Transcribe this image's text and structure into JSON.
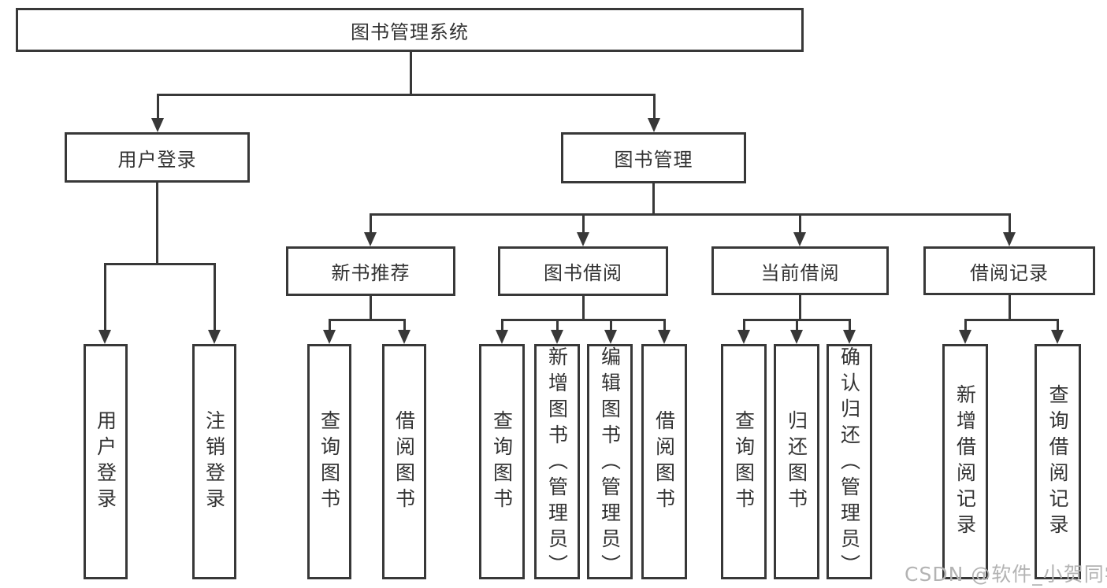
{
  "tree": {
    "label": "图书管理系统",
    "children": [
      {
        "label": "用户登录",
        "children": [
          {
            "label": "用户登录"
          },
          {
            "label": "注销登录"
          }
        ]
      },
      {
        "label": "图书管理",
        "children": [
          {
            "label": "新书推荐",
            "children": [
              {
                "label": "查询图书"
              },
              {
                "label": "借阅图书"
              }
            ]
          },
          {
            "label": "图书借阅",
            "children": [
              {
                "label": "查询图书"
              },
              {
                "label": "新增图书（管理员）"
              },
              {
                "label": "编辑图书（管理员）"
              },
              {
                "label": "借阅图书"
              }
            ]
          },
          {
            "label": "当前借阅",
            "children": [
              {
                "label": "查询图书"
              },
              {
                "label": "归还图书"
              },
              {
                "label": "确认归还（管理员）"
              }
            ]
          },
          {
            "label": "借阅记录",
            "children": [
              {
                "label": "新增借阅记录"
              },
              {
                "label": "查询借阅记录"
              }
            ]
          }
        ]
      }
    ]
  },
  "watermark": "CSDN @软件_小贺同学",
  "colors": {
    "line": "#383838",
    "text": "#333333",
    "watermark": "#b3b3b3",
    "background": "#ffffff"
  }
}
